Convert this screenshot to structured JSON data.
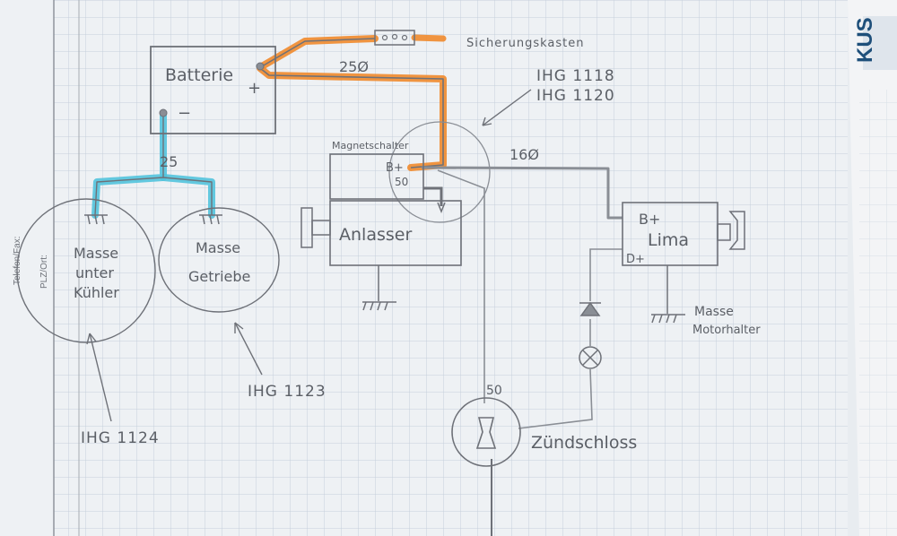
{
  "colors": {
    "paper": "#eef1f4",
    "grid": "#c5cfdb",
    "pencil": "#6e7178",
    "orange_wire": "#f08a2c",
    "blue_wire": "#52c3dd",
    "side_paper": "#f3f4f6",
    "logo_blue": "#1e4f7a"
  },
  "labels": {
    "sicherungskasten": "Sicherungskasten",
    "batterie": "Batterie",
    "batt_plus": "+",
    "batt_minus": "−",
    "cable_250": "25Ø",
    "cable_25": "25",
    "ihg_1118": "IHG 1118",
    "ihg_1120": "IHG 1120",
    "magnetschalter": "Magnetschalter",
    "ms_b_plus": "B+",
    "ms_50": "50",
    "cable_160": "16Ø",
    "anlasser": "Anlasser",
    "lima_b_plus": "B+",
    "lima": "Lima",
    "lima_d_plus": "D+",
    "masse_motorhalter_1": "Masse",
    "masse_motorhalter_2": "Motorhalter",
    "masse_kuehler_1": "Masse",
    "masse_kuehler_2": "unter",
    "masse_kuehler_3": "Kühler",
    "masse_getriebe_1": "Masse",
    "masse_getriebe_2": "Getriebe",
    "ihg_1123": "IHG 1123",
    "ihg_1124": "IHG 1124",
    "ign_50": "50",
    "zuendschloss": "Zündschloss"
  },
  "form_margin": {
    "telefon": "Telefon/Fax:",
    "plz": "PLZ/Ort:"
  },
  "logo": {
    "text": "KUS"
  }
}
